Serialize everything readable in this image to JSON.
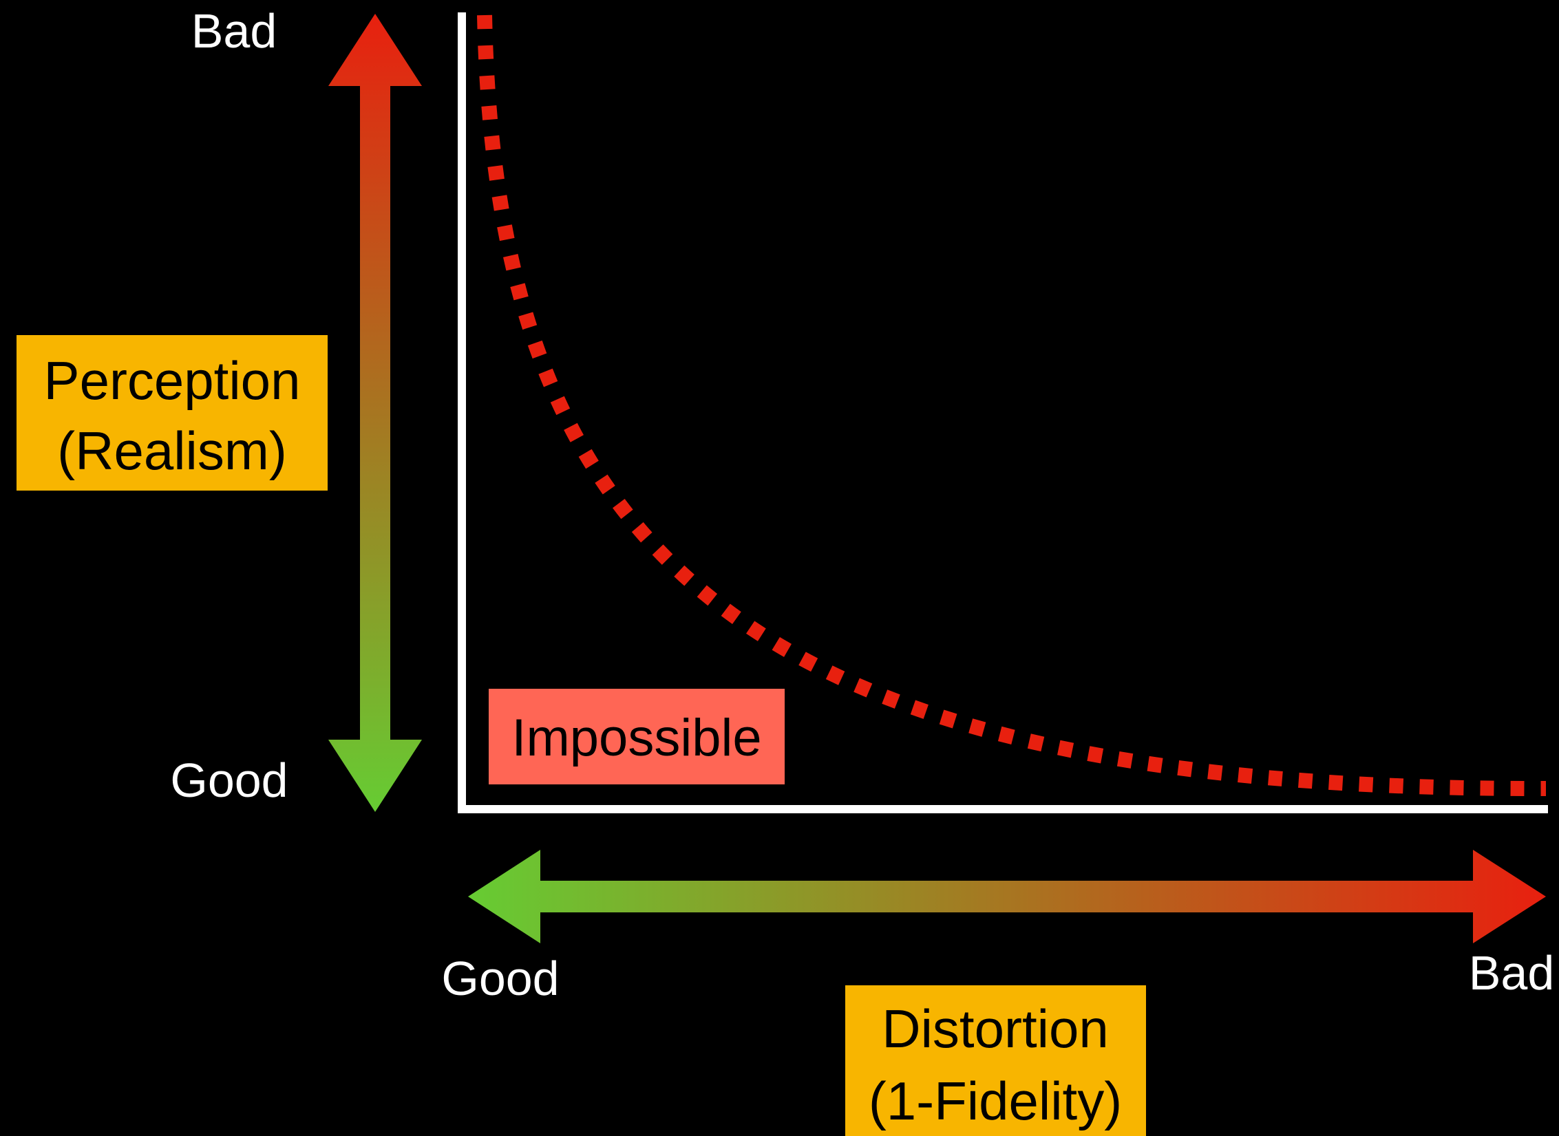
{
  "y_axis": {
    "label_line1": "Perception",
    "label_line2": "(Realism)",
    "top_label": "Bad",
    "bottom_label": "Good"
  },
  "x_axis": {
    "label_line1": "Distortion",
    "label_line2": "(1-Fidelity)",
    "left_label": "Good",
    "right_label": "Bad"
  },
  "region_label": "Impossible",
  "colors": {
    "background": "#000000",
    "axis_line": "#ffffff",
    "curve": "#e8200f",
    "good": "#66cc33",
    "bad": "#e8200f",
    "label_box": "#f8b500",
    "impossible_box": "#ff6655",
    "text_dark": "#000000",
    "text_light": "#ffffff"
  }
}
